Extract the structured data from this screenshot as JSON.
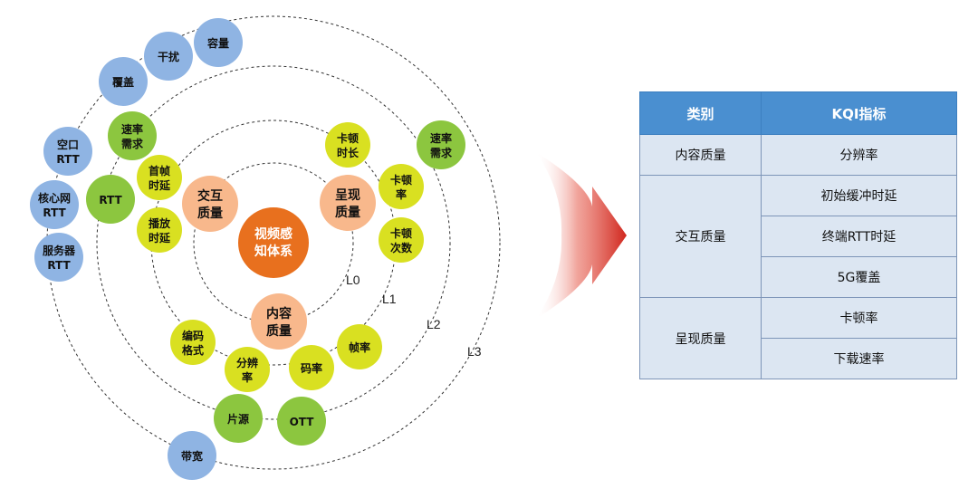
{
  "diagram": {
    "center": {
      "label": [
        "视频感",
        "知体系"
      ],
      "color": "#e8701e"
    },
    "levels": [
      "L0",
      "L1",
      "L2",
      "L3"
    ],
    "groups": [
      {
        "label": [
          "交互",
          "质量"
        ],
        "color": "#f8b88c"
      },
      {
        "label": [
          "呈现",
          "质量"
        ],
        "color": "#f8b88c"
      },
      {
        "label": [
          "内容",
          "质量"
        ],
        "color": "#f8b88c"
      }
    ],
    "l1_nodes": [
      {
        "label": [
          "首帧",
          "时延"
        ],
        "color": "#d9e021"
      },
      {
        "label": [
          "播放",
          "时延"
        ],
        "color": "#d9e021"
      },
      {
        "label": [
          "卡顿",
          "时长"
        ],
        "color": "#d9e021"
      },
      {
        "label": [
          "卡顿",
          "率"
        ],
        "color": "#d9e021"
      },
      {
        "label": [
          "卡顿",
          "次数"
        ],
        "color": "#d9e021"
      },
      {
        "label": [
          "编码",
          "格式"
        ],
        "color": "#d9e021"
      },
      {
        "label": [
          "分辨",
          "率"
        ],
        "color": "#d9e021"
      },
      {
        "label": [
          "码率"
        ],
        "color": "#d9e021"
      },
      {
        "label": [
          "帧率"
        ],
        "color": "#d9e021"
      }
    ],
    "l2_nodes": [
      {
        "label": [
          "速率",
          "需求"
        ],
        "color": "#8cc63f"
      },
      {
        "label": [
          "RTT"
        ],
        "color": "#8cc63f"
      },
      {
        "label": [
          "速率",
          "需求"
        ],
        "color": "#8cc63f"
      },
      {
        "label": [
          "片源"
        ],
        "color": "#8cc63f"
      },
      {
        "label": [
          "OTT"
        ],
        "color": "#8cc63f"
      }
    ],
    "l3_nodes": [
      {
        "label": [
          "容量"
        ],
        "color": "#8fb4e3"
      },
      {
        "label": [
          "干扰"
        ],
        "color": "#8fb4e3"
      },
      {
        "label": [
          "覆盖"
        ],
        "color": "#8fb4e3"
      },
      {
        "label": [
          "空口",
          "RTT"
        ],
        "color": "#8fb4e3"
      },
      {
        "label": [
          "核心网",
          "RTT"
        ],
        "color": "#8fb4e3"
      },
      {
        "label": [
          "服务器",
          "RTT"
        ],
        "color": "#8fb4e3"
      },
      {
        "label": [
          "带宽"
        ],
        "color": "#8fb4e3"
      }
    ],
    "arrow_color": "#d0261d"
  },
  "table": {
    "headers": [
      "类别",
      "KQI指标"
    ],
    "rows": [
      {
        "category": "内容质量",
        "metrics": [
          "分辨率"
        ]
      },
      {
        "category": "交互质量",
        "metrics": [
          "初始缓冲时延",
          "终端RTT时延",
          "5G覆盖"
        ]
      },
      {
        "category": "呈现质量",
        "metrics": [
          "卡顿率",
          "下载速率"
        ]
      }
    ]
  }
}
